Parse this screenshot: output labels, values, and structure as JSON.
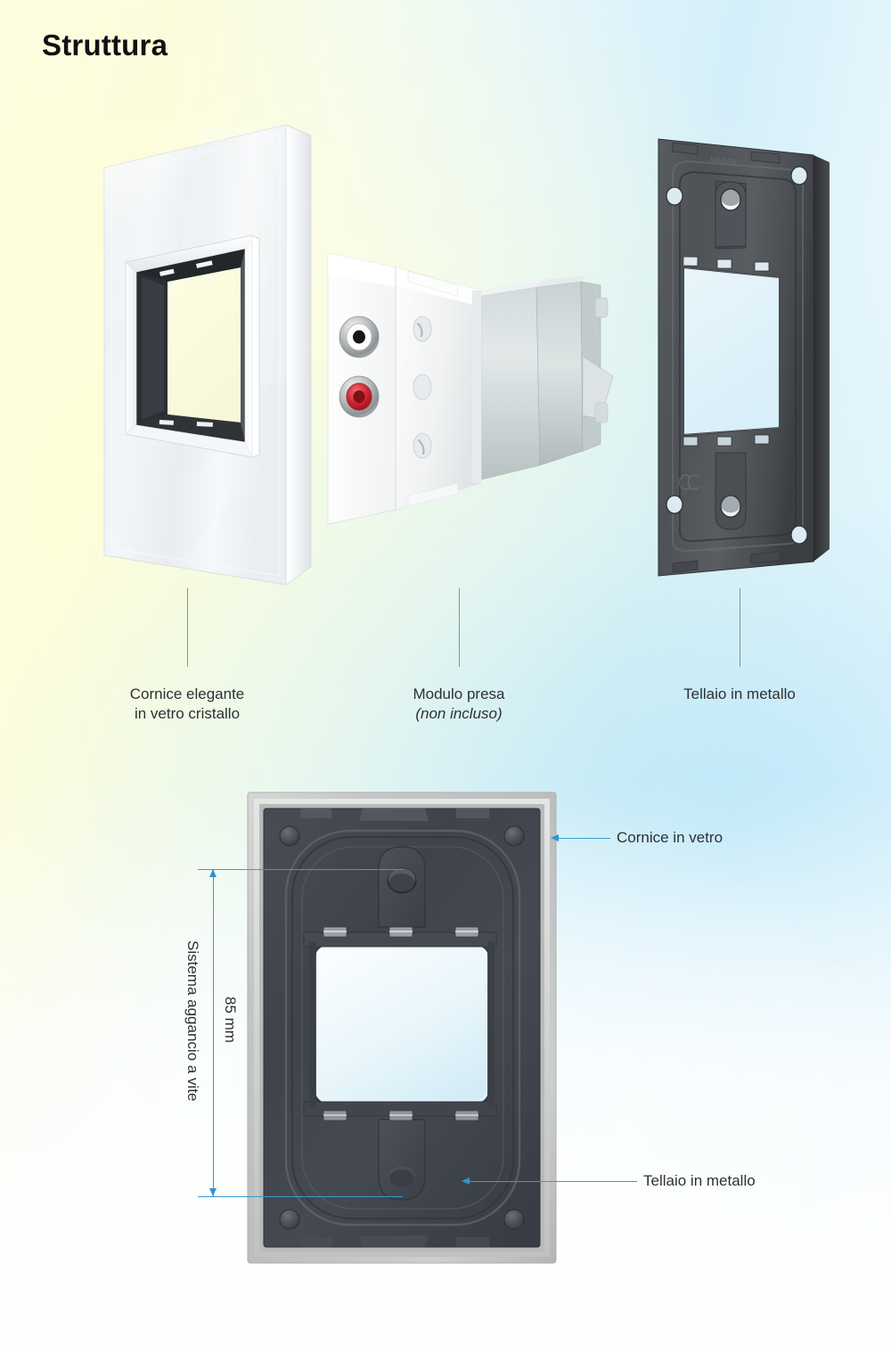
{
  "page": {
    "title": "Struttura",
    "accent_blue": "#2f93d2",
    "leader_gray": "#8d9093",
    "text_color": "#2e3033",
    "bg_left": "#fdfde2",
    "bg_right": "#d4effa",
    "bg_bottom": "#fdfeff"
  },
  "exploded_parts": [
    {
      "id": "glass-frame",
      "label_line1": "Cornice elegante",
      "label_line2": "in vetro cristallo",
      "label_line2_italic": false
    },
    {
      "id": "socket-module",
      "label_line1": "Modulo presa",
      "label_line2": "(non incluso)",
      "label_line2_italic": true
    },
    {
      "id": "metal-frame",
      "label_line1": "Tellaio in metallo",
      "label_line2": "",
      "label_line2_italic": false
    }
  ],
  "assembly_callouts": {
    "glass": "Cornice in vetro",
    "metal": "Tellaio in metallo"
  },
  "dimension": {
    "value": "85 mm",
    "system_label": "Sistema aggancio a vite"
  }
}
